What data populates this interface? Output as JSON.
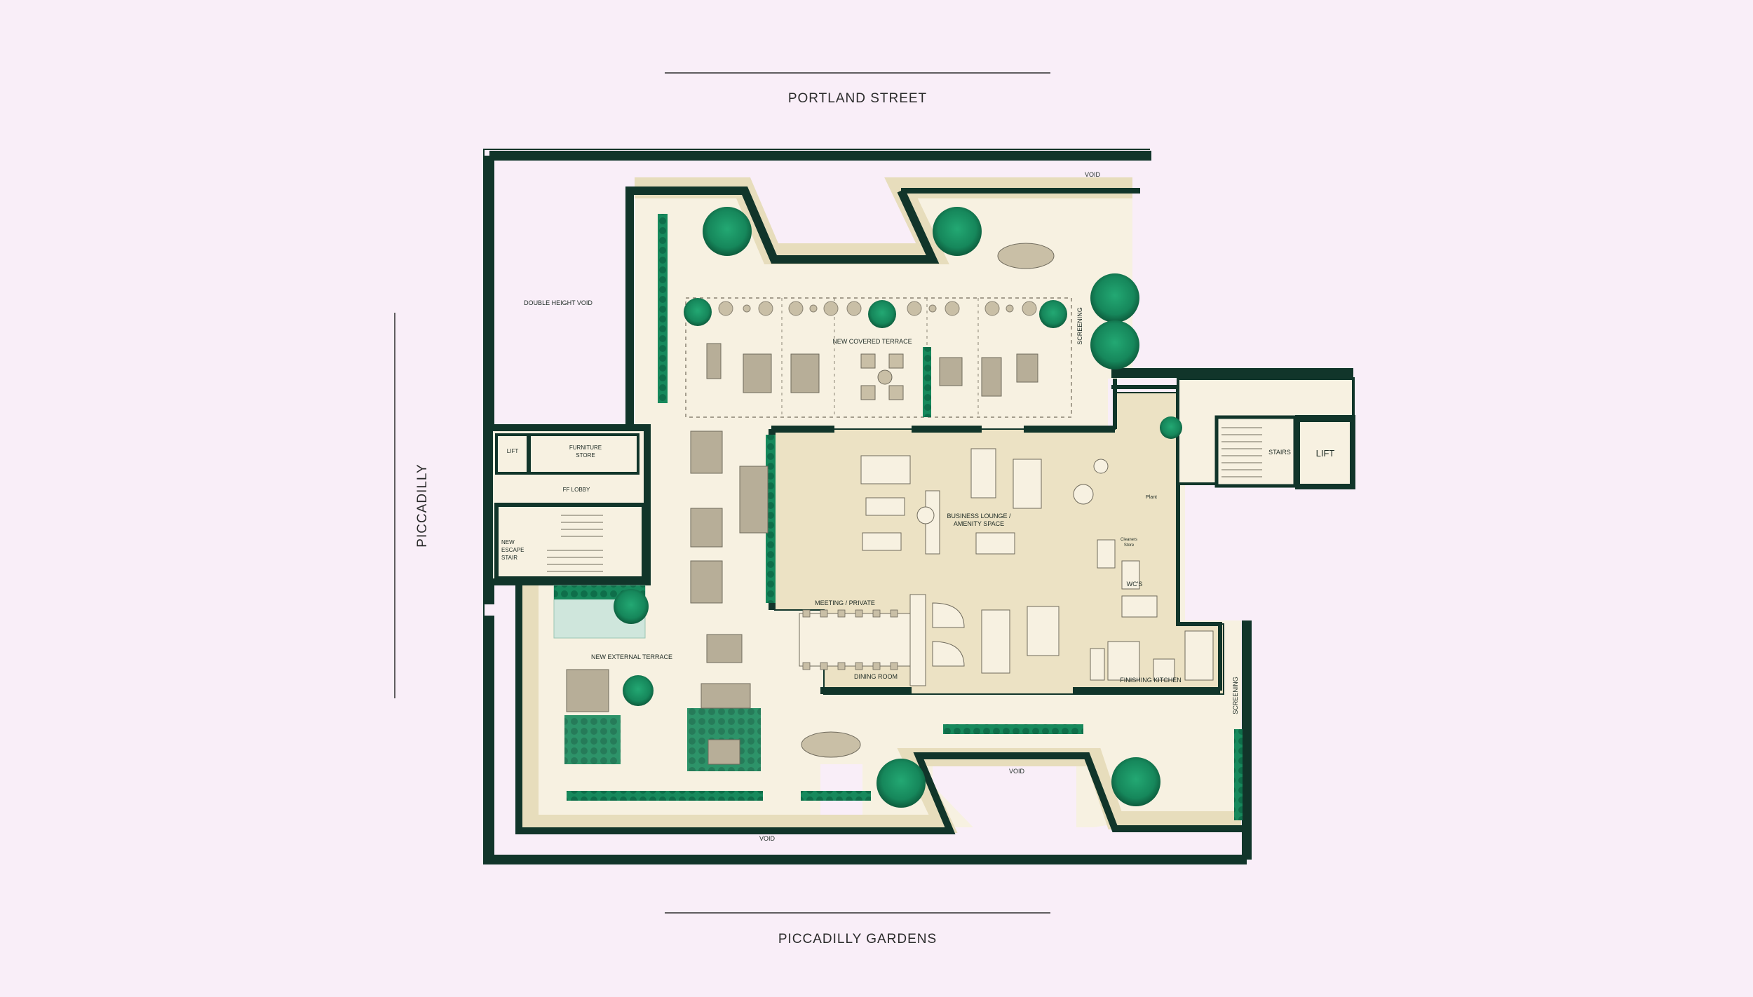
{
  "streets": {
    "north": "PORTLAND STREET",
    "south": "PICCADILLY GARDENS",
    "west": "PICCADILLY"
  },
  "rooms": {
    "void_top": "VOID",
    "double_height_void": "DOUBLE HEIGHT VOID",
    "new_covered_terrace": "NEW COVERED TERRACE",
    "screening_top": "SCREENING",
    "lift_west": "LIFT",
    "furniture_store_1": "FURNITURE",
    "furniture_store_2": "STORE",
    "ff_lobby": "FF LOBBY",
    "escape_stair_1": "NEW",
    "escape_stair_2": "ESCAPE",
    "escape_stair_3": "STAIR",
    "business_lounge_1": "BUSINESS LOUNGE /",
    "business_lounge_2": "AMENITY SPACE",
    "plant": "Plant",
    "stairs_east": "STAIRS",
    "lift_east": "LIFT",
    "cleaners_store_1": "Cleaners",
    "cleaners_store_2": "Store",
    "wcs": "WC'S",
    "meeting_private": "MEETING / PRIVATE",
    "dining_room": "DINING ROOM",
    "finishing_kitchen": "FINISHING KITCHEN",
    "screening_bottom": "SCREENING",
    "new_external_terrace": "NEW EXTERNAL TERRACE",
    "void_mid": "VOID",
    "void_bottom": "VOID"
  },
  "colors": {
    "background": "#f9eef8",
    "wall": "#11352a",
    "terrace_floor": "#f7f1e1",
    "paving_band": "#e7ddbc",
    "interior_floor": "#ece2c4",
    "planting": "#1f9a6a",
    "planting_dark": "#0f6e4a",
    "furniture": "#9c927f"
  }
}
